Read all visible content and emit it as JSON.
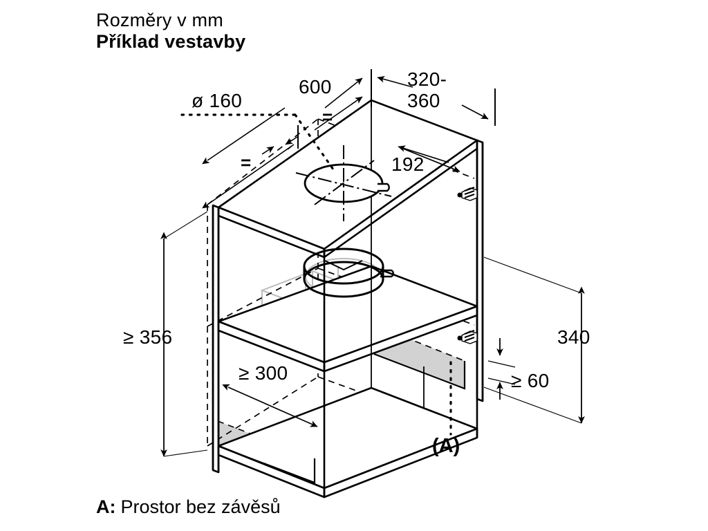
{
  "document": {
    "heading_line1": "Rozměry v mm",
    "heading_line2": "Příklad vestavby",
    "caption_key": "A:",
    "caption_text": "Prostor bez závěsů",
    "reference_callout": "(A)"
  },
  "dimensions": {
    "duct_diameter": "ø 160",
    "width_600": "600",
    "depth_range": "320-\n360",
    "offset_192": "192",
    "height_min_356": "≥ 356",
    "depth_min_300": "≥ 300",
    "height_340": "340",
    "gap_min_60": "≥ 60",
    "equal_mark_left": "=",
    "equal_mark_right": "="
  },
  "colors": {
    "line": "#000000",
    "background": "#ffffff",
    "shaded_panel": "#d2d2d2",
    "ghost_line": "#bbbbbb"
  },
  "chart_data": {
    "type": "diagram",
    "title": "Příklad vestavby (Installation example)",
    "units": "mm",
    "labels": [
      {
        "name": "duct-diameter",
        "value": "ø 160",
        "kind": "diameter"
      },
      {
        "name": "cabinet-width",
        "value": "600",
        "kind": "linear"
      },
      {
        "name": "cabinet-depth",
        "value": "320-360",
        "kind": "range"
      },
      {
        "name": "duct-center-offset",
        "value": "192",
        "kind": "linear"
      },
      {
        "name": "clear-height",
        "value": "≥ 356",
        "kind": "minimum"
      },
      {
        "name": "clear-depth",
        "value": "≥ 300",
        "kind": "minimum"
      },
      {
        "name": "lower-height",
        "value": "340",
        "kind": "linear"
      },
      {
        "name": "bottom-gap",
        "value": "≥ 60",
        "kind": "minimum"
      }
    ],
    "annotations": [
      {
        "key": "A",
        "text": "Prostor bez závěsů"
      }
    ]
  }
}
